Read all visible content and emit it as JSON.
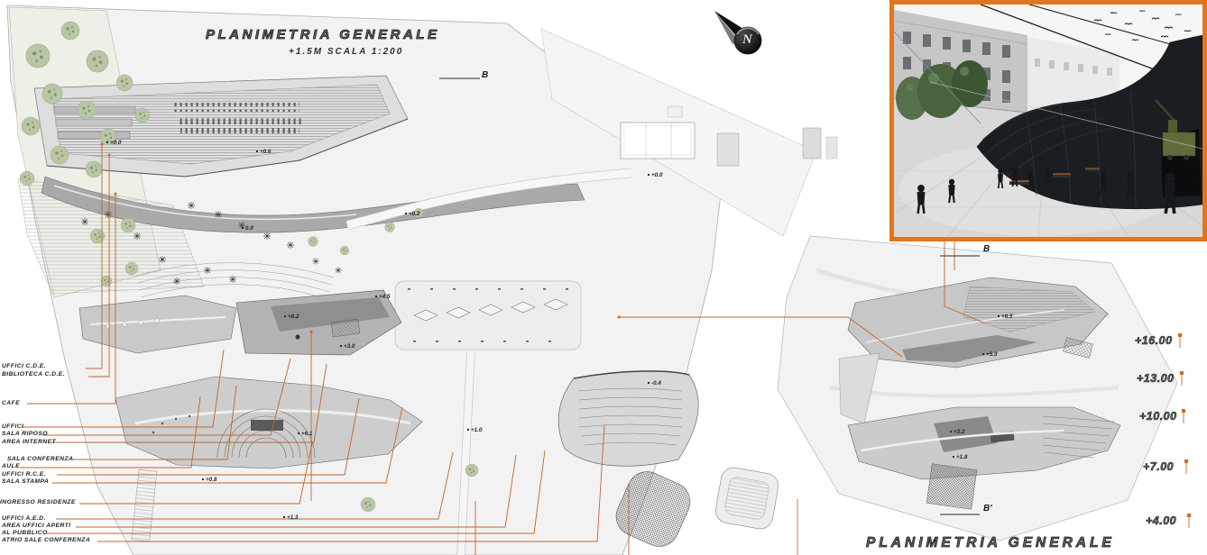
{
  "colors": {
    "accent_orange": "#c0662a",
    "inset_border_orange": "#e2761c",
    "ink": "#1a1a1a",
    "plan_light": "#f2f2f2",
    "building_gray": "#a9a9a9",
    "tree_green": "#b9c6a6"
  },
  "titles": {
    "main": "PLANIMETRIA GENERALE",
    "main_sub": "+1.5M  SCALA 1:200",
    "bottom_right": "PLANIMETRIA GENERALE"
  },
  "north_label": "N",
  "section_labels": {
    "top_b": "B",
    "right_b": "B",
    "right_b_prime": "B'"
  },
  "room_labels": [
    "UFFICI C.D.E.",
    "BIBLIOTECA C.D.E.",
    "CAFE",
    "UFFICI",
    "SALA RIPOSO",
    "AREA INTERNET",
    "SALA CONFERENZA",
    "AULE",
    "UFFICI R.C.E.",
    "SALA STAMPA",
    "INGRESSO RESIDENZE",
    "UFFICI A.E.D.",
    "AREA UFFICI APERTI",
    "AL PUBBLICO",
    "ATRIO SALE CONFERENZA"
  ],
  "elevation_labels": [
    "+16.00",
    "+13.00",
    "+10.00",
    "+7.00",
    "+4.00"
  ],
  "spot_levels": [
    "+0.0",
    "+0.6",
    "+0.0",
    "+0.2",
    "0.0",
    "+4.5",
    "+8.2",
    "+3.0",
    "-0.4",
    "+6.1",
    "+1.0",
    "+0.8",
    "+1.3",
    "+6.5",
    "+5.3",
    "+3.2",
    "+1.8"
  ]
}
